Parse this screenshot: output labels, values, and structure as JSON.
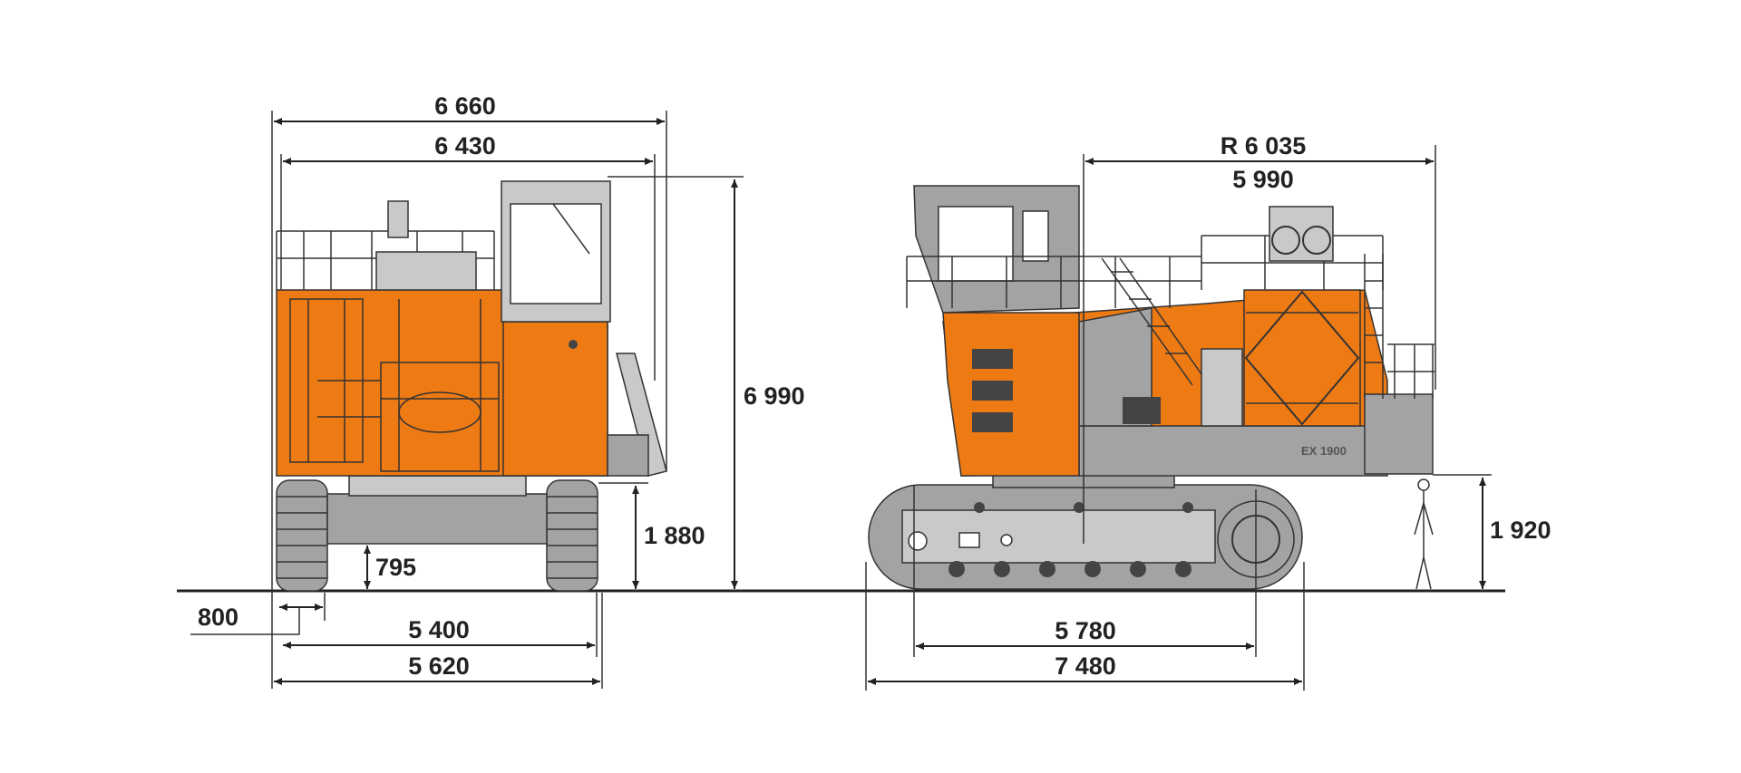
{
  "dimensions": {
    "front": {
      "overall_width": "6 660",
      "upper_width": "6 430",
      "height": "6 990",
      "counterweight_clearance": "1 880",
      "ground_clearance": "795",
      "shoe_width": "800",
      "track_gauge": "5 400",
      "undercarriage_width": "5 620"
    },
    "side": {
      "tail_swing_radius": "R 6 035",
      "rear_end_length": "5 990",
      "counterweight_height": "1 920",
      "tumbler_distance": "5 780",
      "track_length": "7 480"
    }
  },
  "model_badge": "EX 1900",
  "colors": {
    "body_orange": "#ee7a13",
    "grey": "#a3a3a3",
    "line": "#222222"
  }
}
